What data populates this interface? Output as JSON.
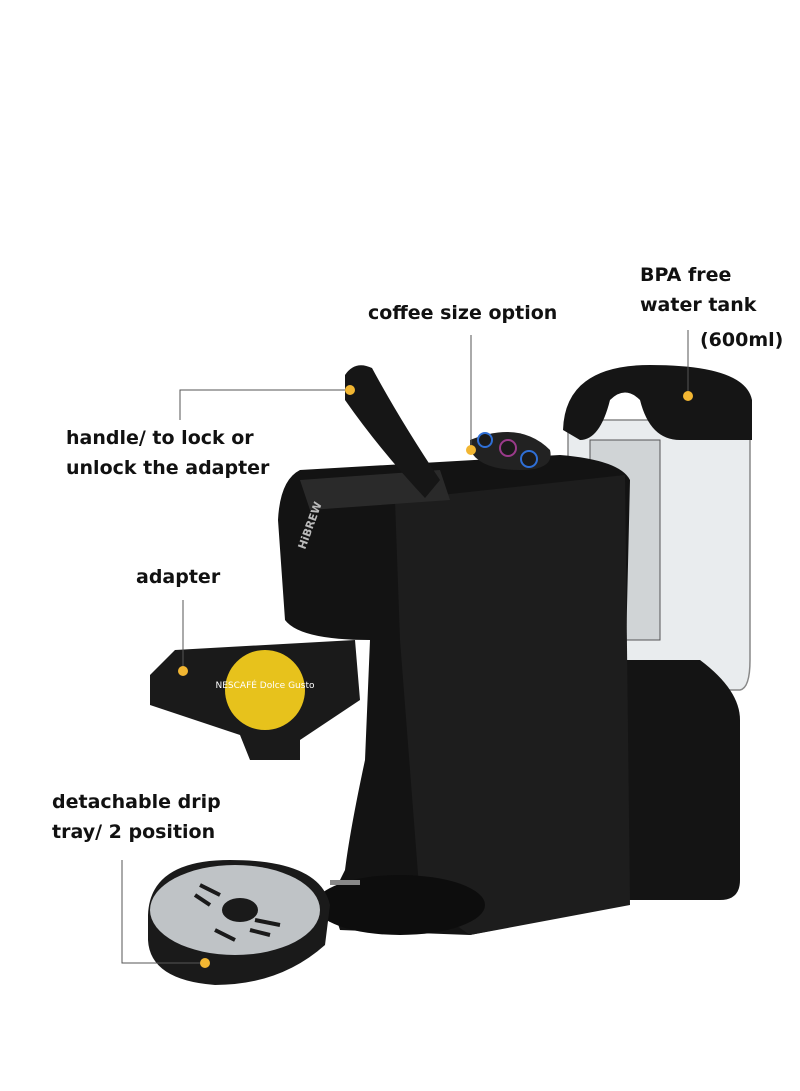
{
  "brand_logo": "HiBREW",
  "capsule_text": "NESCAFÉ Dolce Gusto",
  "annotations": {
    "coffee_size": "coffee size option",
    "water_tank": [
      "BPA free",
      "water tank",
      "(600ml)"
    ],
    "handle": [
      "handle/ to lock or",
      "unlock the adapter"
    ],
    "adapter": "adapter",
    "drip_tray": [
      "detachable drip",
      "tray/ 2 position"
    ]
  },
  "colors": {
    "marker": "#f2b632",
    "body": "#121212",
    "leader": "#555555",
    "buttons": [
      "#2f6fd6",
      "#9a3a8a",
      "#2f6fd6"
    ]
  }
}
